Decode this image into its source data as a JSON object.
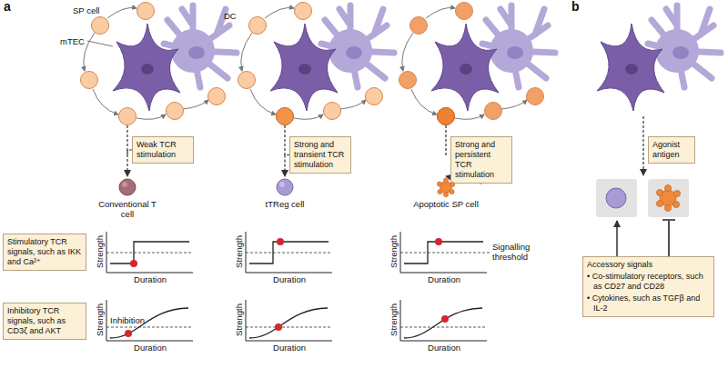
{
  "diagram": {
    "nodes": [
      {
        "text": [
          "Weak TCR stimulation"
        ]
      },
      {
        "text": [
          "Conventional T cell"
        ]
      },
      {
        "text": [
          "Strong and transient TCR stimulation"
        ]
      },
      {
        "text": [
          "tTReg cell"
        ]
      },
      {
        "text": [
          "Strong and persistent TCR stimulation"
        ]
      },
      {
        "text": [
          "Apoptotic SP cell"
        ]
      },
      {
        "text": [
          "Agonist antigen"
        ]
      },
      {
        "text": [
          "Stimulatory TCR signals, such as IKK and Ca²⁺"
        ]
      },
      {
        "text": [
          "Inhibitory TCR signals, such as CD3ζ and AKT"
        ]
      },
      {
        "text": [
          "Accessory signals",
          "• Co-stimulatory receptors, such as CD27 and CD28",
          "• Cytokines, such as TGFβ and IL-2"
        ]
      }
    ],
    "edges": [
      {
        "from": 0,
        "to": 1,
        "arrow": "to"
      },
      {
        "from": 2,
        "to": 3,
        "arrow": "to"
      },
      {
        "from": 4,
        "to": 5,
        "arrow": "to"
      }
    ],
    "labels": [
      "a",
      "SP cell",
      "DC",
      "mTEC",
      "b",
      "Strength",
      "Duration",
      "Strength",
      "Duration",
      "Strength",
      "Duration",
      "Strength",
      "Duration",
      "Strength",
      "Duration",
      "Strength",
      "Duration",
      "Signalling threshold",
      "Inhibition"
    ]
  }
}
